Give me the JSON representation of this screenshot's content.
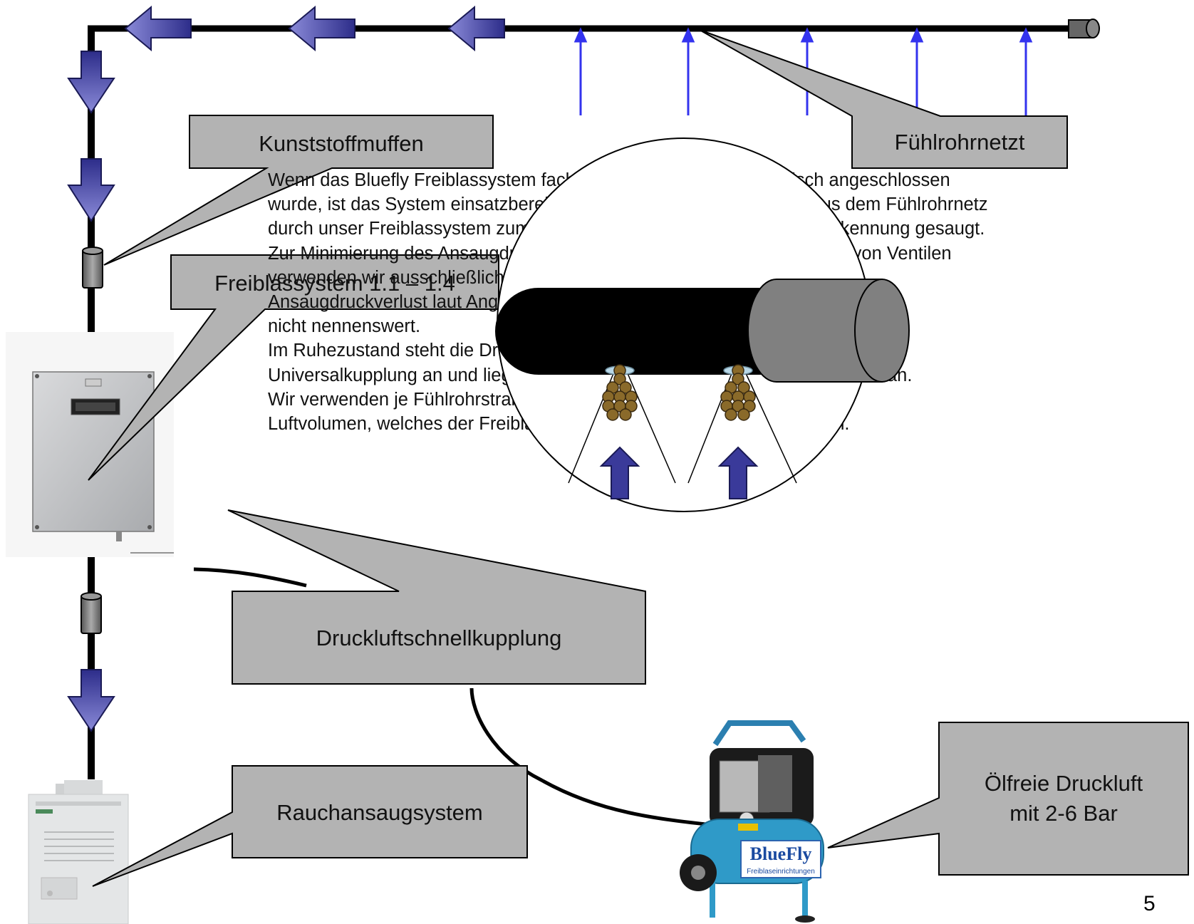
{
  "callouts": {
    "kunststoffmuffen": "Kunststoffmuffen",
    "fuehlrohrnetz": "Fühlrohrnetzt",
    "freiblassystem": "Freiblassystem 1.1 – 1.4",
    "druckluftschnellkupplung": "Druckluftschnellkupplung",
    "rauchansaugsystem": "Rauchansaugsystem",
    "oelfreie_line1": "Ölfreie Druckluft",
    "oelfreie_line2": "mit 2-6 Bar"
  },
  "paragraph": {
    "lines": [
      "Wenn das Bluefly Freiblassystem fachgerecht montiert und elektrisch angeschlossen",
      "wurde, ist das System einsatzbereit. Im Normalbetrieb wird die Luft aus dem Fühlrohrnetz",
      "durch unser Freiblassystem zum Rauchansaugsystem zur Frühbranderkennung gesaugt.",
      "Zur Minimierung des Ansaugdruckverlustes durch Strömungswiderstand von Ventilen",
      "verwenden wir ausschließlich Ventile höchster Qualität. Dadurch ist der",
      "Ansaugdruckverlust laut Angaben der Hersteller von Rauchansaugsystemen",
      "nicht nennenswert.",
      "Im Ruhezustand steht die Druckluft über eine kundenfreundliche",
      "Universalkupplung an und liegt bis zur Ansteuerung an den Druckluftventilen an.",
      "Wir verwenden je Fühlrohrstrang ein Druckluftventil, um das benötigte",
      "Luftvolumen, welches der Freiblasvorgang benötigt, unnötig zu erhöhen."
    ]
  },
  "compressor_logo": {
    "brand": "BlueFly",
    "sub": "Freiblaseinrichtungen"
  },
  "page_number": "5",
  "colors": {
    "pipe": "#000000",
    "callout_fill": "#b3b3b3",
    "flow_arrow": "#3333dd",
    "big_arrow_fill": "#3a3a9a",
    "particle": "#8a6a2a"
  }
}
